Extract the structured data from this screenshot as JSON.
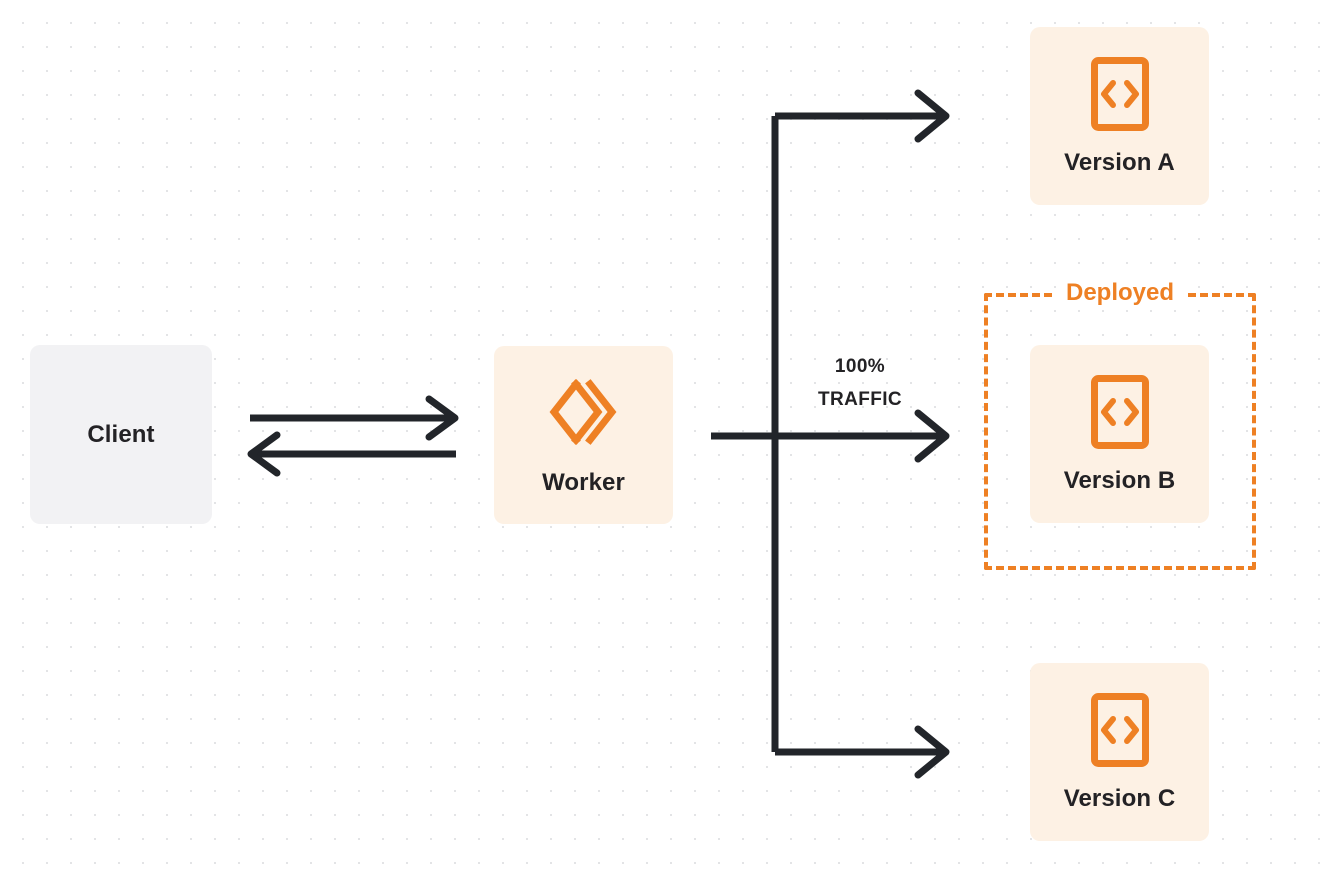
{
  "diagram": {
    "title": "Worker version traffic routing",
    "background": {
      "color": "#ffffff",
      "dot_color": "#e3e4e6",
      "dot_spacing": 24
    },
    "colors": {
      "orange": "#ee8024",
      "orange_surface": "#fdf1e4",
      "gray_surface": "#f2f2f4",
      "ink": "#232225",
      "stroke": "#22252a"
    },
    "nodes": {
      "client": {
        "label": "Client",
        "icon": "none"
      },
      "worker": {
        "label": "Worker",
        "icon": "cloudflare-workers-logo"
      },
      "version_a": {
        "label": "Version A",
        "icon": "code-brackets-icon"
      },
      "version_b": {
        "label": "Version B",
        "icon": "code-brackets-icon"
      },
      "version_c": {
        "label": "Version C",
        "icon": "code-brackets-icon"
      }
    },
    "group": {
      "deployed_label": "Deployed",
      "wraps": "Version B"
    },
    "edges": {
      "traffic_percent": "100%",
      "traffic_caption": "TRAFFIC",
      "client_to_worker": "request",
      "worker_to_client": "response",
      "worker_to_versions": [
        "Version A",
        "Version B",
        "Version C"
      ]
    }
  }
}
